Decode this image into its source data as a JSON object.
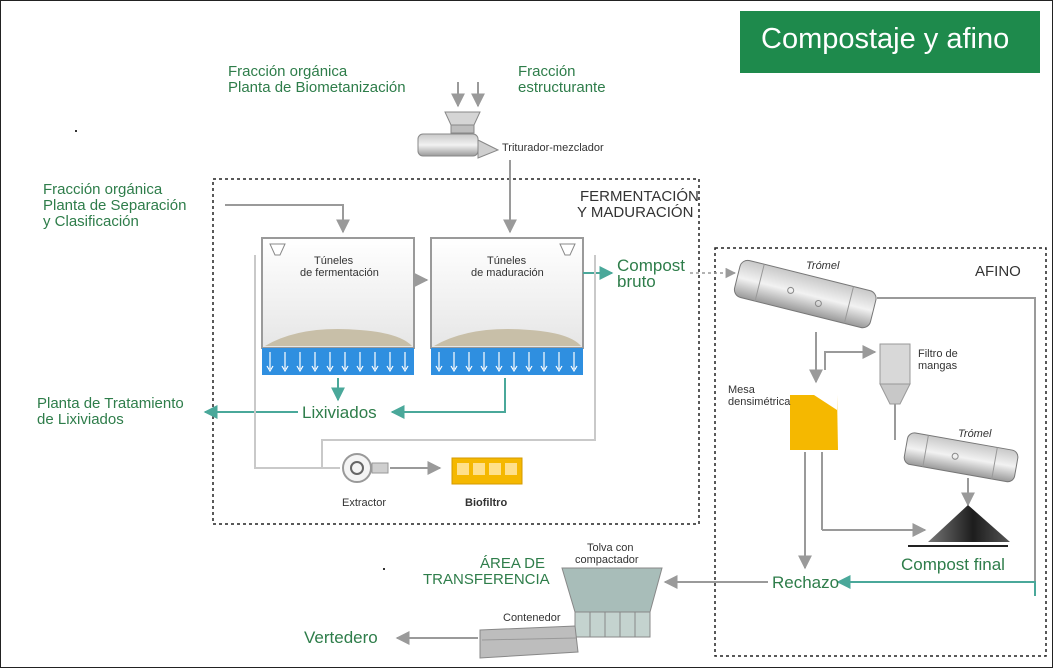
{
  "title": "Compostaje y afino",
  "inputs": {
    "fo_bio_line1": "Fracción orgánica",
    "fo_bio_line2": "Planta de Biometanización",
    "fe_line1": "Fracción",
    "fe_line2": "estructurante",
    "fo_sep_line1": "Fracción orgánica",
    "fo_sep_line2": "Planta de Separación",
    "fo_sep_line3": "y Clasificación"
  },
  "equipment": {
    "triturador": "Triturador-mezclador",
    "tunel_ferm_line1": "Túneles",
    "tunel_ferm_line2": "de fermentación",
    "tunel_mad_line1": "Túneles",
    "tunel_mad_line2": "de maduración",
    "extractor": "Extractor",
    "biofiltro": "Biofiltro",
    "tromel_1": "Trómel",
    "tromel_2": "Trómel",
    "filtro_line1": "Filtro de",
    "filtro_line2": "mangas",
    "mesa_line1": "Mesa",
    "mesa_line2": "densimétrica",
    "tolva_line1": "Tolva con",
    "tolva_line2": "compactador",
    "contenedor": "Contenedor"
  },
  "areas": {
    "fermentacion_line1": "FERMENTACIÓN",
    "fermentacion_line2": "Y MADURACIÓN",
    "afino": "AFINO",
    "transferencia_line1": "ÁREA DE",
    "transferencia_line2": "TRANSFERENCIA"
  },
  "outputs": {
    "compost_bruto_line1": "Compost",
    "compost_bruto_line2": "bruto",
    "lixiviados": "Lixiviados",
    "planta_lix_line1": "Planta de Tratamiento",
    "planta_lix_line2": "de Lixiviados",
    "compost_final": "Compost final",
    "rechazo": "Rechazo",
    "vertedero": "Vertedero"
  },
  "colors": {
    "brand_green": "#1e8a4c",
    "text_green": "#2e7d4a",
    "arrow_grey": "#9a9a9a",
    "arrow_green": "#4aa89a",
    "blue_grid": "#2f8fe0",
    "yellow": "#f5b800"
  }
}
